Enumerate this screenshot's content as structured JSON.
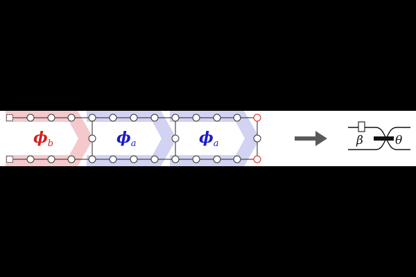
{
  "labels": {
    "phi_b": "ϕ",
    "phi_b_sub": "b",
    "phi_a1": "ϕ",
    "phi_a1_sub": "a",
    "phi_a2": "ϕ",
    "phi_a2_sub": "a",
    "beta": "β",
    "theta": "θ"
  },
  "colors": {
    "background": "#000000",
    "panel": "#ffffff",
    "red": "#d42020",
    "blue": "#1a1acc",
    "red_band": "#f2b8bc",
    "blue_band": "#c4c4ef",
    "arrow": "#5a5a5a"
  },
  "icons": {
    "right-arrow": "arrow-right-icon",
    "beam-splitter": "beam-splitter-icon",
    "phase-shifter": "phase-shifter-icon"
  }
}
